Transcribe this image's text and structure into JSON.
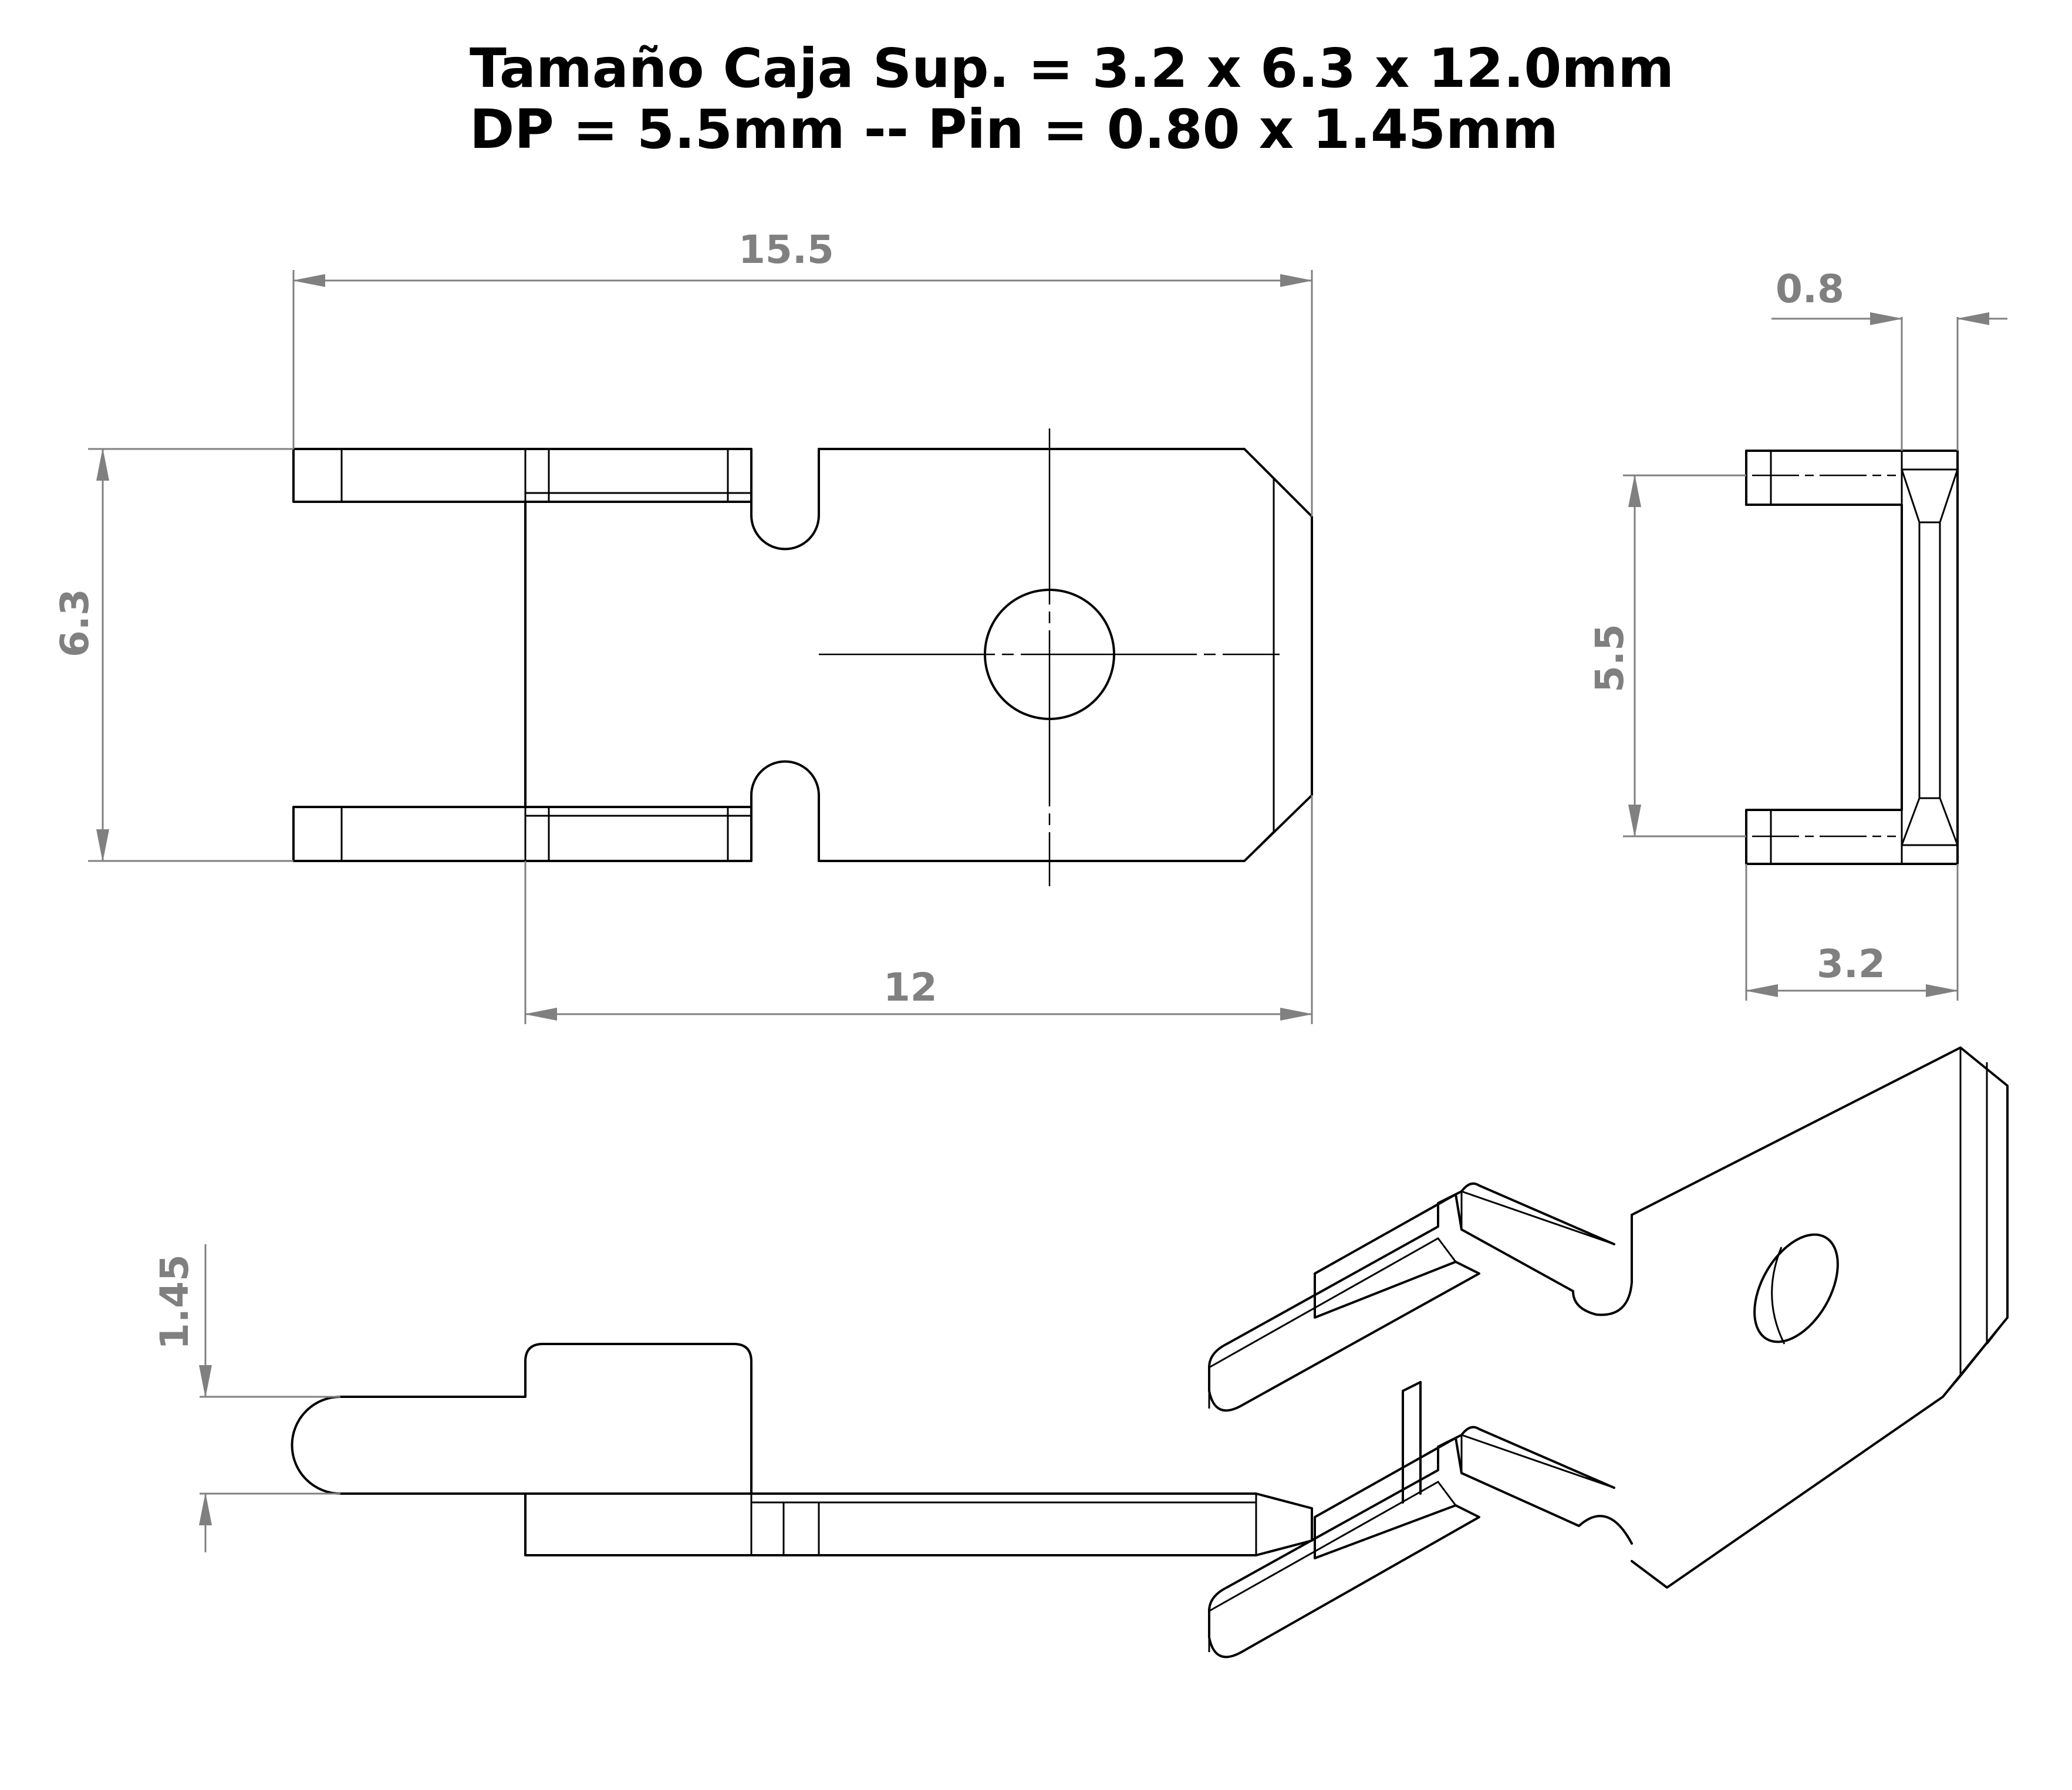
{
  "title": {
    "line1": "Tamaño Caja Sup. = 3.2 x 6.3 x 12.0mm",
    "line2": "DP = 5.5mm -- Pin = 0.80 x 1.45mm"
  },
  "dimensions": {
    "overall_length": "15.5",
    "height": "6.3",
    "blade_length": "12",
    "thickness": "0.8",
    "pin_pitch": "5.5",
    "side_width": "3.2",
    "pin_width": "1.45"
  },
  "colors": {
    "line": "#000000",
    "dimension": "#808080",
    "background": "#ffffff"
  }
}
